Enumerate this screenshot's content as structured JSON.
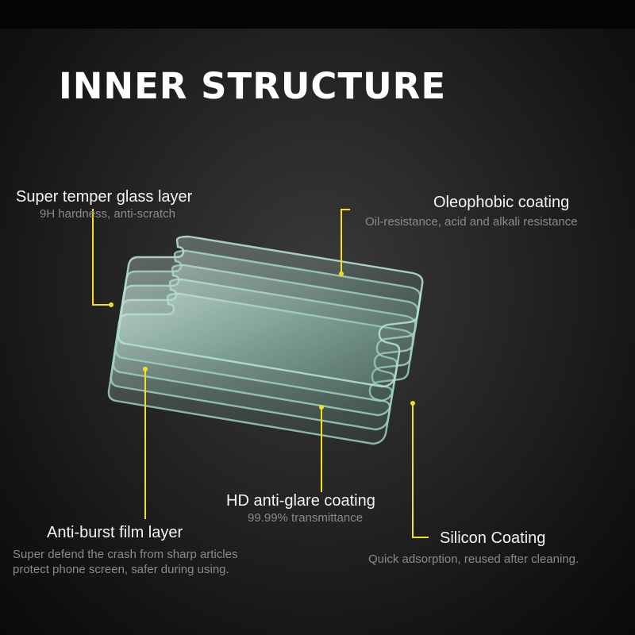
{
  "title": "INNER STRUCTURE",
  "accent_color": "#f2df1f",
  "layers": [
    {
      "name": "Super temper glass layer",
      "desc": "9H hardness, anti-scratch"
    },
    {
      "name": "Oleophobic coating",
      "desc": "Oil-resistance, acid and alkali resistance"
    },
    {
      "name": "HD anti-glare coating",
      "desc": "99.99% transmittance"
    },
    {
      "name": "Anti-burst film layer",
      "desc": "Super defend the crash from sharp articles",
      "desc2": "protect phone screen, safer during using."
    },
    {
      "name": "Silicon Coating",
      "desc": "Quick adsorption, reused after cleaning."
    }
  ]
}
